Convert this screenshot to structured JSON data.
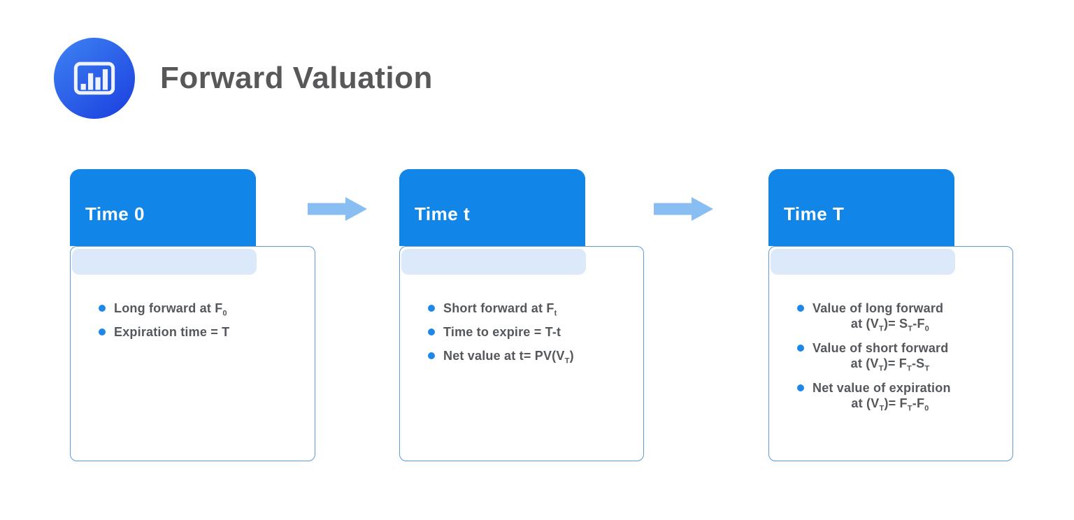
{
  "colors": {
    "header_blue": "#1186E8",
    "band_blue": "#DBE9FA",
    "body_border_blue": "#5C9BD9",
    "arrow_blue": "#88BEF2",
    "bullet_dot_blue": "#1E88E9",
    "text_gray": "#54575C",
    "title_gray": "#58585A",
    "logo_gradient_start": "#3C80F2",
    "logo_gradient_end": "#1C41DF"
  },
  "header": {
    "title": "Forward Valuation",
    "icon": "bar-chart-icon"
  },
  "cards": [
    {
      "id": "time-0",
      "title": "Time 0",
      "bullets": [
        {
          "lines": [
            "Long forward at F_{0}"
          ]
        },
        {
          "lines": [
            "Expiration time = T"
          ]
        }
      ]
    },
    {
      "id": "time-t",
      "title": "Time t",
      "bullets": [
        {
          "lines": [
            "Short forward at F_{t}"
          ]
        },
        {
          "lines": [
            "Time to expire = T-t"
          ]
        },
        {
          "lines": [
            "Net value at t= PV(V_{T})"
          ]
        }
      ]
    },
    {
      "id": "time-T",
      "title": "Time T",
      "bullets": [
        {
          "lines": [
            "Value of long forward",
            "at (V_{T})= S_{T}-F_{0}"
          ]
        },
        {
          "lines": [
            "Value of short forward",
            "at (V_{T})= F_{T}-S_{T}"
          ]
        },
        {
          "lines": [
            "Net value of expiration",
            "at (V_{T})= F_{T}-F_{0}"
          ]
        }
      ]
    }
  ],
  "arrows": [
    {
      "icon": "arrow-right-icon"
    },
    {
      "icon": "arrow-right-icon"
    }
  ]
}
